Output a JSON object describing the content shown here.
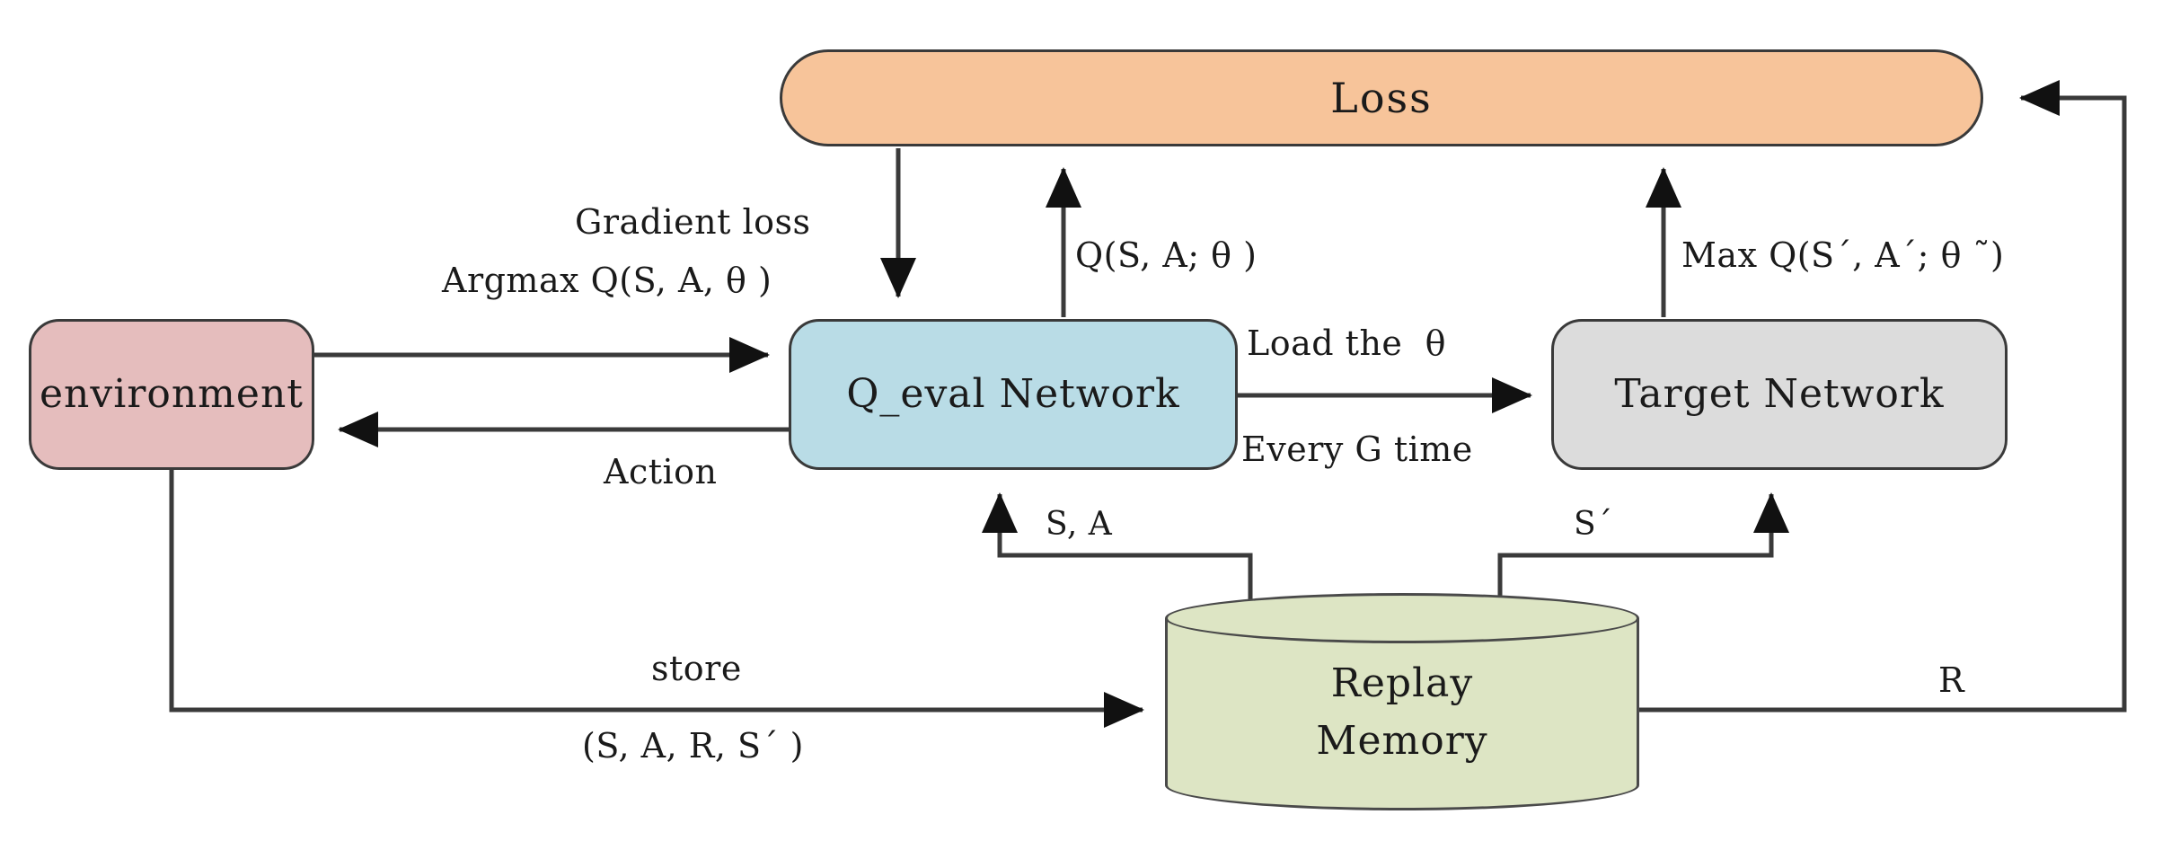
{
  "diagram": {
    "title": "DQN architecture flow diagram",
    "nodes": {
      "loss": {
        "label": "Loss",
        "color": "#F7C49A"
      },
      "environment": {
        "label": "environment",
        "color": "#E5BDBD"
      },
      "q_eval": {
        "label": "Q_eval Network",
        "color": "#B9DCE6"
      },
      "target": {
        "label": "Target Network",
        "color": "#DCDCDC"
      },
      "replay_memory": {
        "line1": "Replay",
        "line2": "Memory",
        "color": "#DDE5C4"
      }
    },
    "edge_labels": {
      "gradient_loss": "Gradient loss",
      "argmax": "Argmax Q(S, A, θ )",
      "q_sa_theta": "Q(S, A; θ )",
      "max_q": "Max Q(S´, A´; θ ˜)",
      "load_the_theta": "Load the  θ",
      "every_g_time": "Every G time",
      "action": "Action",
      "s_a": "S, A",
      "s_prime": "S´",
      "store": "store",
      "store_tuple": "(S, A, R, S´ )",
      "reward": "R"
    },
    "colors": {
      "stroke": "#3a3a3a",
      "background": "#ffffff",
      "text": "#1a1a1a"
    }
  }
}
